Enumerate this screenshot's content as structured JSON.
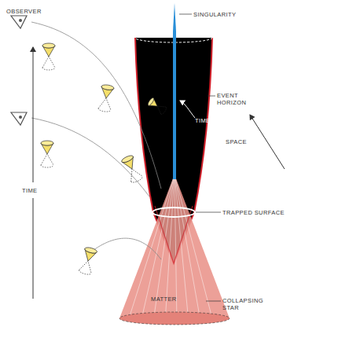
{
  "diagram": {
    "labels": [
      "OBSERVER",
      "SINGULARITY",
      "EVENT HORIZON",
      "TIME",
      "SPACE",
      "TIME",
      "TRAPPED SURFACE",
      "MATTER",
      "COLLAPSING STAR"
    ]
  }
}
